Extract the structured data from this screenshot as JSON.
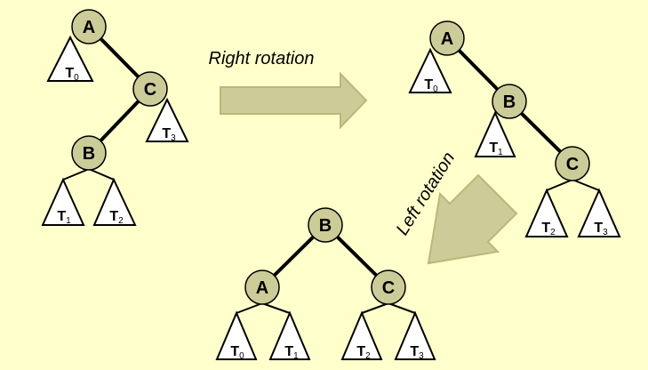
{
  "colors": {
    "background": "#ffffcc",
    "node_fill": "#cccc99",
    "arrow_fill": "#cccc99",
    "arrow_stroke": "#b7b97a",
    "edge": "#000000"
  },
  "arrows": {
    "right_rotation": "Right rotation",
    "left_rotation": "Left rotation"
  },
  "trees": {
    "initial": {
      "nodes": {
        "a": "A",
        "c": "C",
        "b": "B"
      },
      "subtrees": {
        "t0": {
          "base": "T",
          "index": "0"
        },
        "t3": {
          "base": "T",
          "index": "3"
        },
        "t1": {
          "base": "T",
          "index": "1"
        },
        "t2": {
          "base": "T",
          "index": "2"
        }
      }
    },
    "after_right": {
      "nodes": {
        "a": "A",
        "b": "B",
        "c": "C"
      },
      "subtrees": {
        "t0": {
          "base": "T",
          "index": "0"
        },
        "t1": {
          "base": "T",
          "index": "1"
        },
        "t2": {
          "base": "T",
          "index": "2"
        },
        "t3": {
          "base": "T",
          "index": "3"
        }
      }
    },
    "after_left": {
      "nodes": {
        "b": "B",
        "a": "A",
        "c": "C"
      },
      "subtrees": {
        "t0": {
          "base": "T",
          "index": "0"
        },
        "t1": {
          "base": "T",
          "index": "1"
        },
        "t2": {
          "base": "T",
          "index": "2"
        },
        "t3": {
          "base": "T",
          "index": "3"
        }
      }
    }
  }
}
